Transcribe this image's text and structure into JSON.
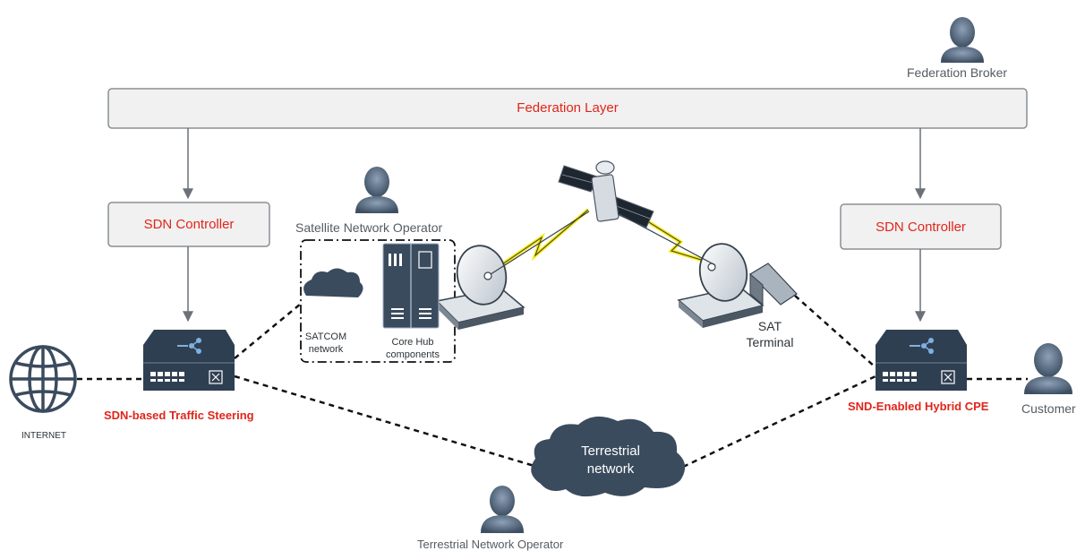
{
  "labels": {
    "federation_broker": "Federation Broker",
    "federation_layer": "Federation Layer",
    "sdn_controller_left": "SDN Controller",
    "sdn_controller_right": "SDN Controller",
    "satellite_operator": "Satellite Network Operator",
    "satcom_line1": "SATCOM",
    "satcom_line2": "network",
    "core_hub_line1": "Core Hub",
    "core_hub_line2": "components",
    "sat_terminal_line1": "SAT",
    "sat_terminal_line2": "Terminal",
    "internet": "INTERNET",
    "traffic_steering": "SDN-based Traffic Steering",
    "hybrid_cpe": "SND-Enabled Hybrid CPE",
    "customer": "Customer",
    "terrestrial_line1": "Terrestrial",
    "terrestrial_line2": "network",
    "terrestrial_operator": "Terrestrial Network Operator"
  },
  "colors": {
    "accent_red": "#e0261b",
    "box_fill": "#f1f1f1",
    "box_stroke": "#8a8f94",
    "device_dark": "#3b4b5e",
    "person": "#4a5b70",
    "lightning": "#f5ea14"
  }
}
